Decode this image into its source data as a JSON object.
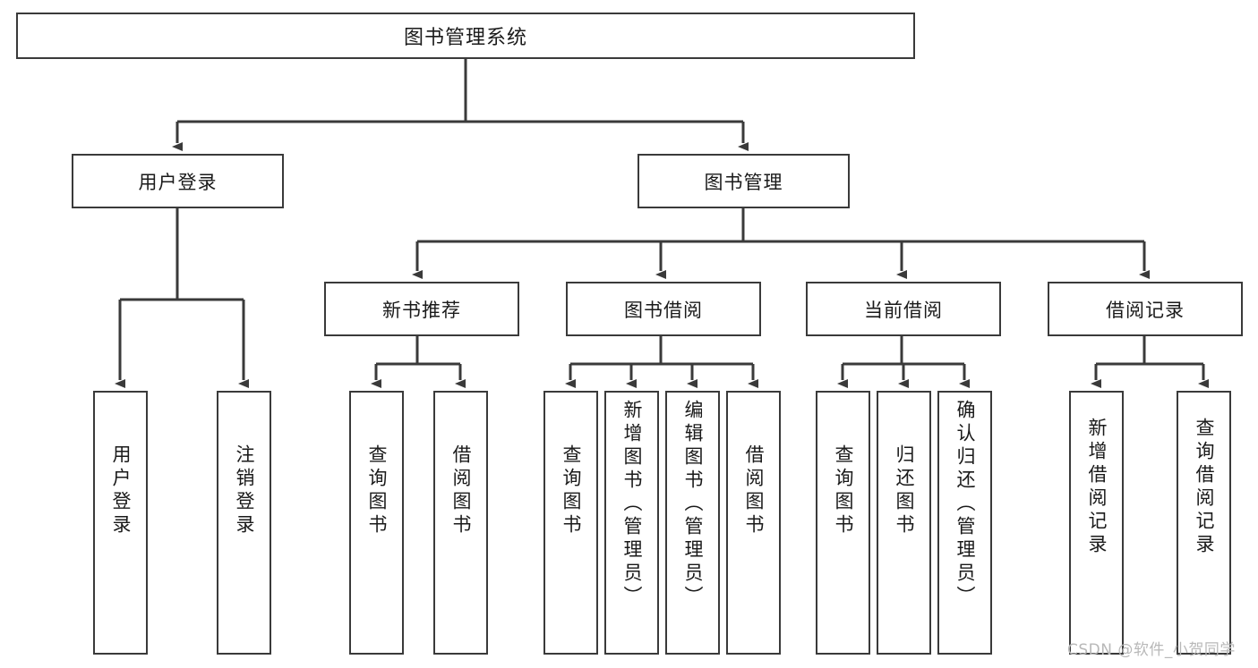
{
  "diagram": {
    "title": "图书管理系统",
    "type": "hierarchy-tree",
    "colors": {
      "border": "#3a3a3a",
      "background": "#ffffff",
      "text": "#1a1a1a",
      "watermark": "#b8b8b8"
    },
    "root": {
      "label": "图书管理系统"
    },
    "level2": [
      {
        "label": "用户登录"
      },
      {
        "label": "图书管理"
      }
    ],
    "level3": [
      {
        "label": "新书推荐"
      },
      {
        "label": "图书借阅"
      },
      {
        "label": "当前借阅"
      },
      {
        "label": "借阅记录"
      }
    ],
    "leaves": {
      "user_login": [
        {
          "label": "用户登录"
        },
        {
          "label": "注销登录"
        }
      ],
      "new_book_recommend": [
        {
          "label": "查询图书"
        },
        {
          "label": "借阅图书"
        }
      ],
      "book_borrow": [
        {
          "label": "查询图书"
        },
        {
          "label": "新增图书（管理员）"
        },
        {
          "label": "编辑图书（管理员）"
        },
        {
          "label": "借阅图书"
        }
      ],
      "current_borrow": [
        {
          "label": "查询图书"
        },
        {
          "label": "归还图书"
        },
        {
          "label": "确认归还（管理员）"
        }
      ],
      "borrow_record": [
        {
          "label": "新增借阅记录"
        },
        {
          "label": "查询借阅记录"
        }
      ]
    }
  },
  "watermark": {
    "text": "CSDN @软件_小贺同学"
  }
}
